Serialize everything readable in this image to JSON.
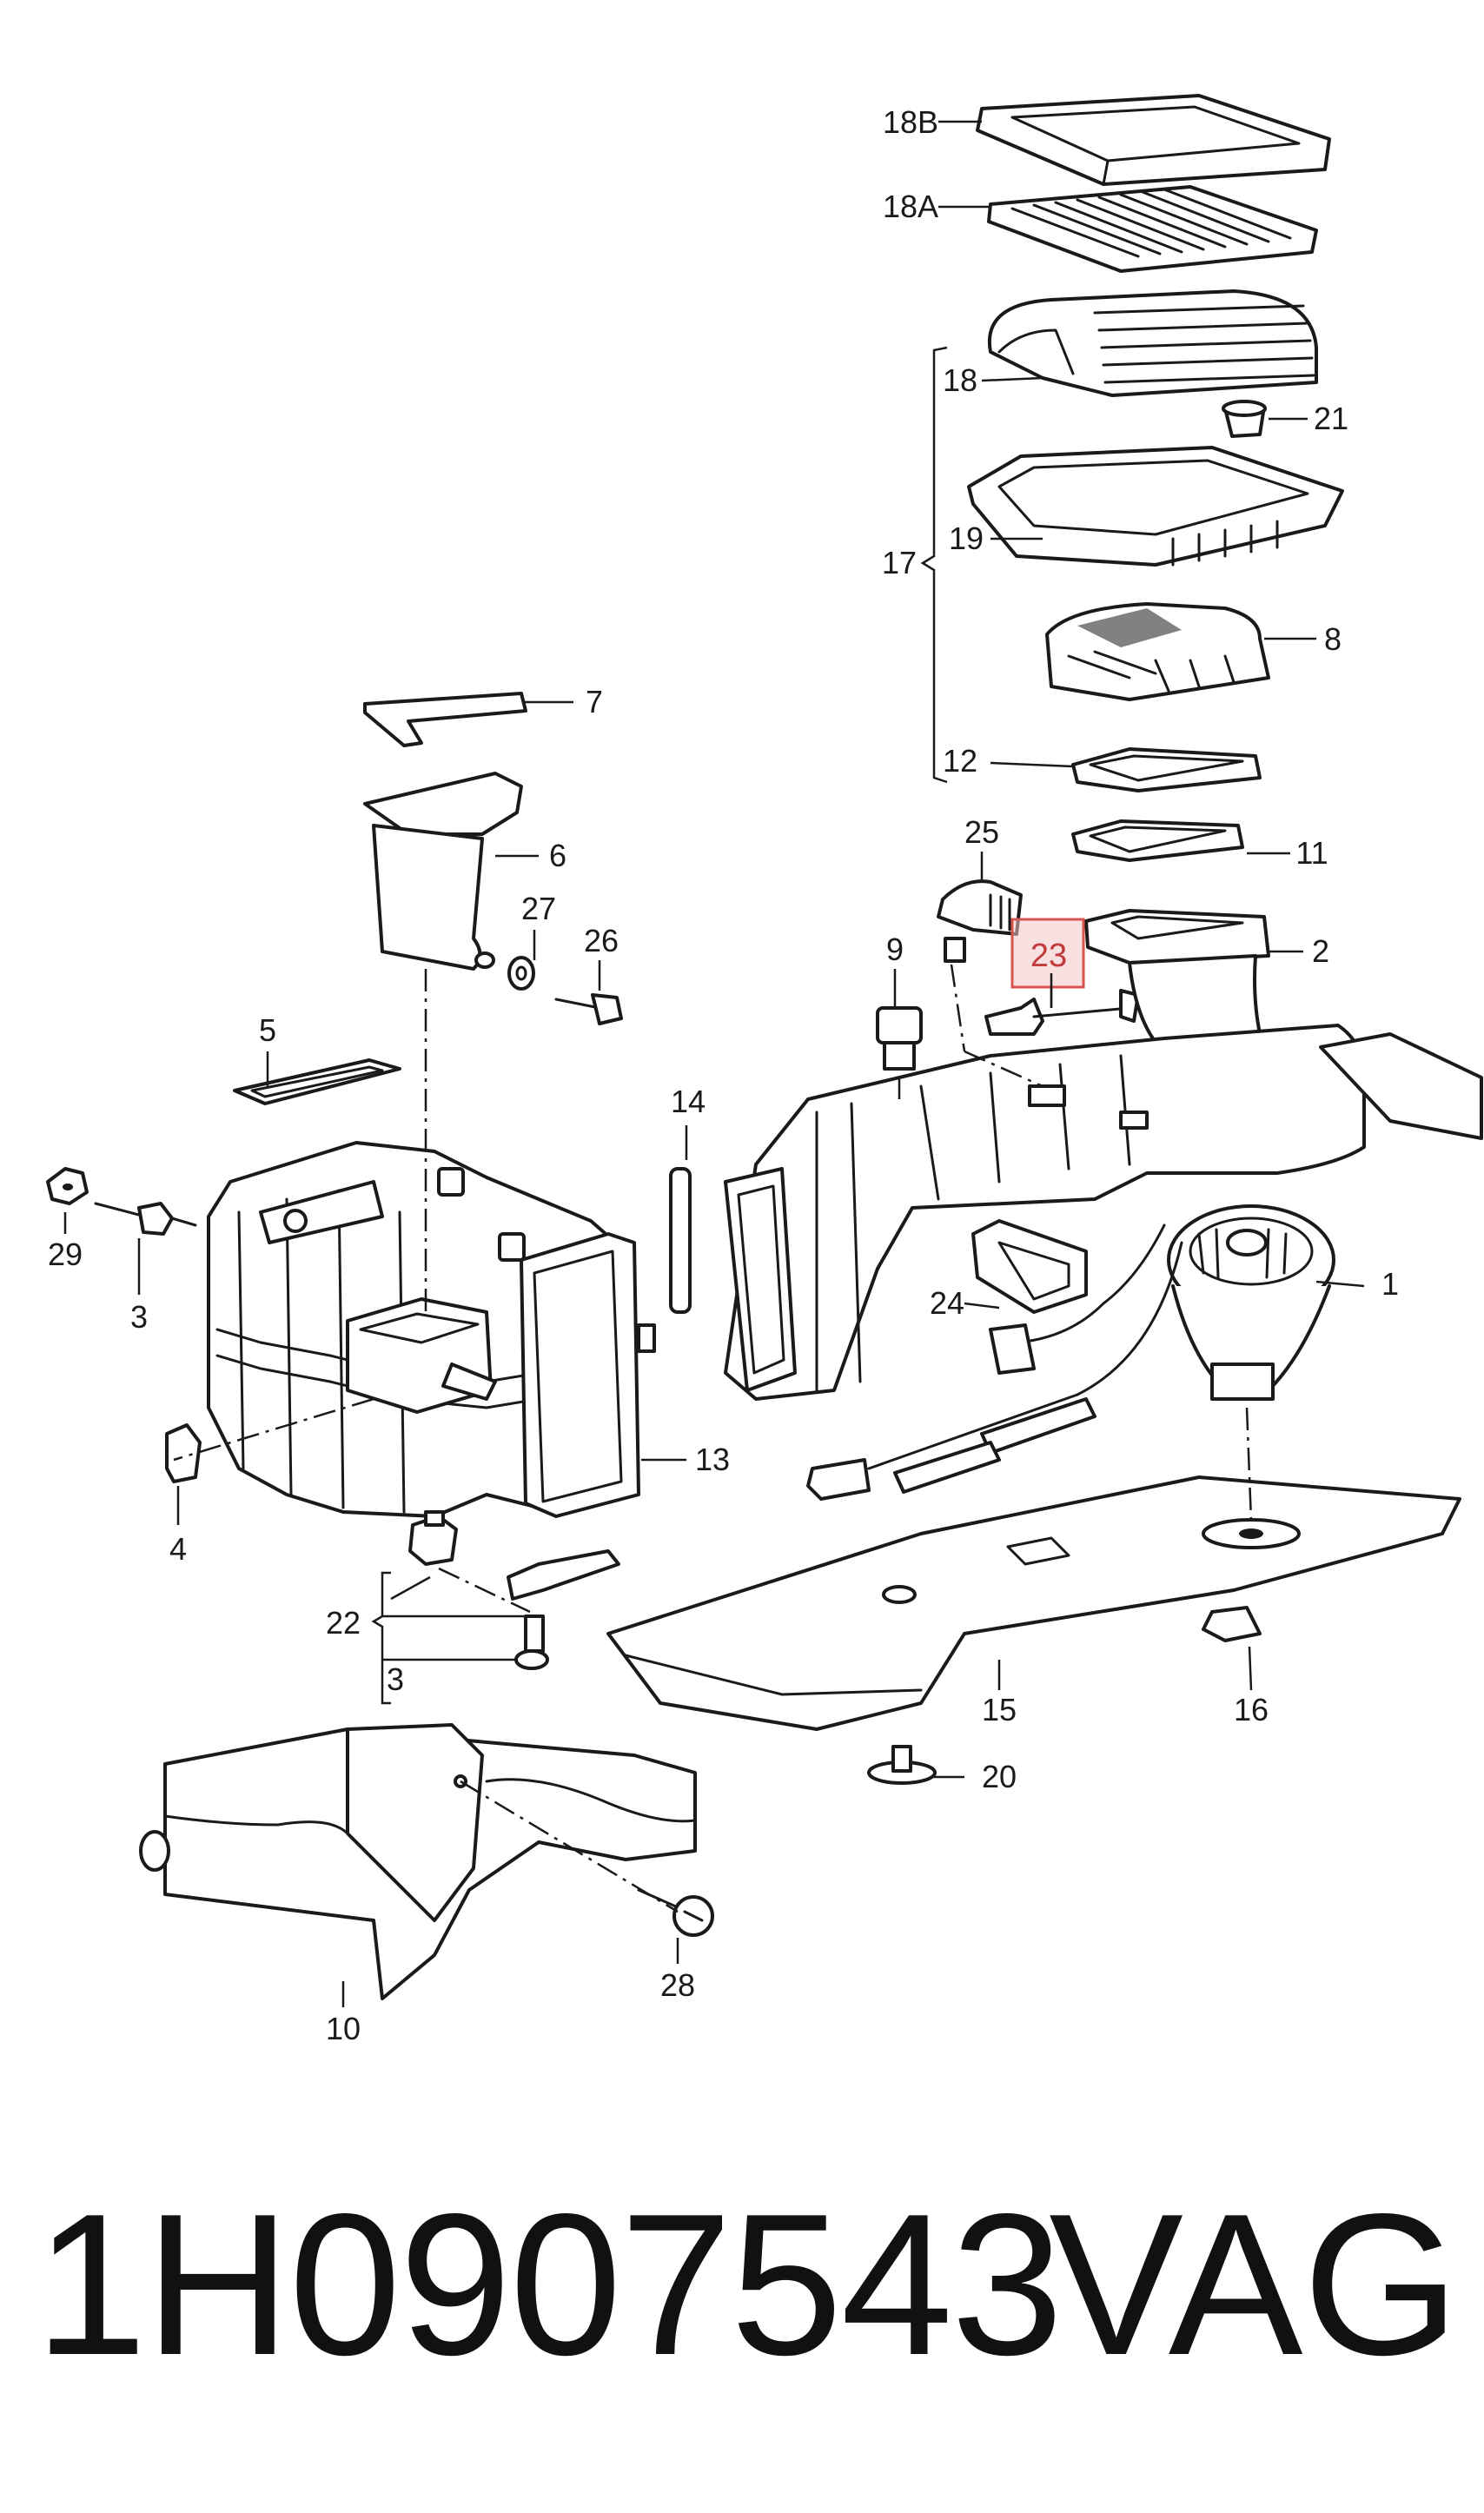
{
  "diagram": {
    "callouts": {
      "c1": "1",
      "c2": "2",
      "c3a": "3",
      "c3b": "3",
      "c4": "4",
      "c5": "5",
      "c6": "6",
      "c7": "7",
      "c8": "8",
      "c9": "9",
      "c10": "10",
      "c11": "11",
      "c12": "12",
      "c13": "13",
      "c14": "14",
      "c15": "15",
      "c16": "16",
      "c17": "17",
      "c18": "18",
      "c18a": "18A",
      "c18b": "18B",
      "c19": "19",
      "c20": "20",
      "c21": "21",
      "c22": "22",
      "c24": "24",
      "c25": "25",
      "c26": "26",
      "c27": "27",
      "c28": "28",
      "c29": "29"
    },
    "highlighted_callout": "23",
    "highlight_color": "#d9534f"
  },
  "footer": {
    "part_number": "1H0907543",
    "brand": "VAG"
  }
}
